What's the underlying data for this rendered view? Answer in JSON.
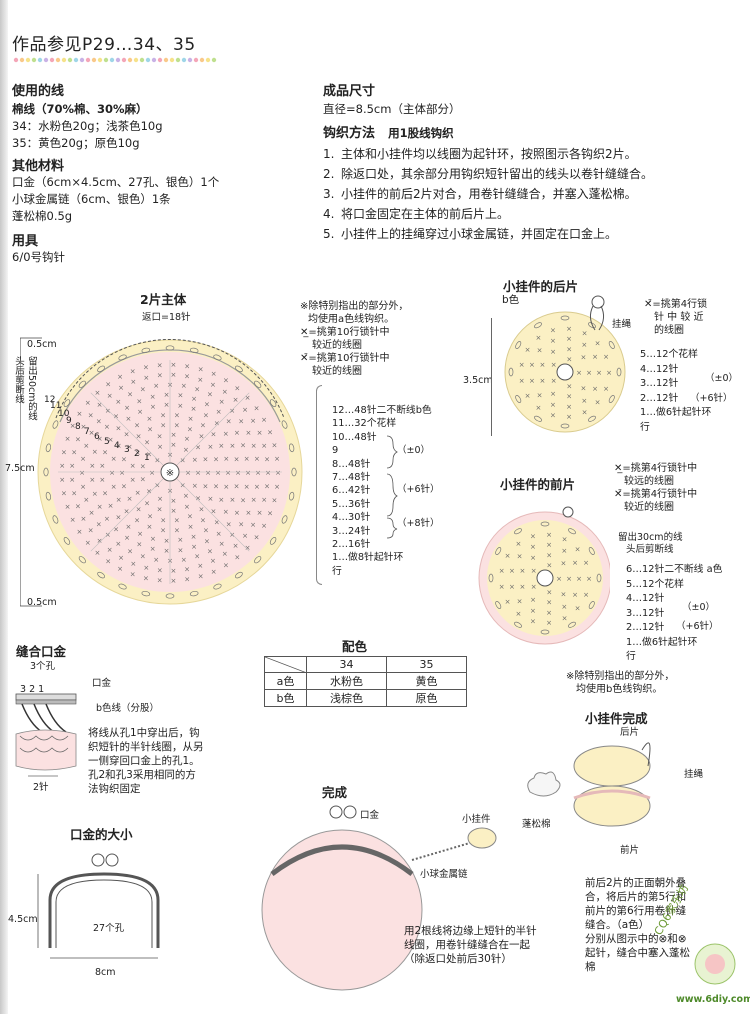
{
  "header": {
    "title": "作品参见P29…34、35"
  },
  "materials": {
    "yarn_heading": "使用的线",
    "yarn_type": "棉线（70%棉、30%麻）",
    "yarn_34": "34：水粉色20g；浅茶色10g",
    "yarn_35": "35：黄色20g；原色10g",
    "other_heading": "其他材料",
    "other_1": "口金（6cm×4.5cm、27孔、银色）1个",
    "other_2": "小球金属链（6cm、银色）1条",
    "other_3": "蓬松棉0.5g",
    "tool_heading": "用具",
    "tool_1": "6/0号钩针"
  },
  "finished_size": {
    "heading": "成品尺寸",
    "value": "直径=8.5cm（主体部分）"
  },
  "method": {
    "heading": "钩织方法",
    "sub": "用1股线钩织",
    "steps": [
      {
        "num": "1.",
        "text": "主体和小挂件均以线圈为起针环，按照图示各钩织2片。"
      },
      {
        "num": "2.",
        "text": "除返口处，其余部分用钩织短针留出的线头以卷针缝缝合。"
      },
      {
        "num": "3.",
        "text": "小挂件的前后2片对合，用卷针缝缝合，并塞入蓬松棉。"
      },
      {
        "num": "4.",
        "text": "将口金固定在主体的前后片上。"
      },
      {
        "num": "5.",
        "text": "小挂件上的挂绳穿过小球金属链，并固定在口金上。"
      }
    ]
  },
  "main_body": {
    "title": "2片主体",
    "return_label": "返口=18针",
    "dim_top": "0.5cm",
    "dim_left": "7.5cm",
    "dim_bottom": "0.5cm",
    "side_note": "留出50cm的线头后剪断线",
    "center": "※",
    "row_labels": [
      "12",
      "11",
      "10",
      "9",
      "8",
      "7",
      "6",
      "5",
      "4",
      "3",
      "2",
      "1"
    ],
    "rows": [
      {
        "label": "12…48针",
        "note": "二不断线b色"
      },
      {
        "label": "11…32个花样",
        "note": ""
      },
      {
        "label": "10…48针",
        "note": ""
      },
      {
        "label": "9",
        "note": ""
      },
      {
        "label": "8…48针",
        "note": ""
      },
      {
        "label": "7…48针",
        "note": ""
      },
      {
        "label": "6…42针",
        "note": ""
      },
      {
        "label": "5…36针",
        "note": ""
      },
      {
        "label": "4…30针",
        "note": ""
      },
      {
        "label": "3…24针",
        "note": ""
      },
      {
        "label": "2…16针",
        "note": ""
      },
      {
        "label": "1…做8针起针环",
        "note": ""
      }
    ],
    "trail_1": "行",
    "brace_1": "（±0）",
    "brace_2": "（+6针）",
    "brace_3": "（+8针）",
    "note_1": "※除特别指出的部分外，",
    "note_2": "均使用a色线钩织。",
    "legend_1": "=挑第10行锁针中",
    "legend_1b": "较近的线圈",
    "legend_2": "=挑第10行锁针中",
    "legend_2b": "较近的线圈"
  },
  "charm_back": {
    "title": "小挂件的后片",
    "color": "b色",
    "size": "3.5cm",
    "hanger": "挂绳",
    "legend_1": "=挑第4行锁",
    "legend_1b": "针 中 较 近",
    "legend_1c": "的线圈",
    "rows": [
      "5…12个花样",
      "4…12针",
      "3…12针",
      "2…12针",
      "1…做6针起针环"
    ],
    "row_tail": "行",
    "brace_1": "（±0）",
    "brace_2": "（+6针）"
  },
  "charm_front": {
    "title": "小挂件的前片",
    "legend_1": "=挑第4行锁针中",
    "legend_1b": "较远的线圈",
    "legend_2": "=挑第4行锁针中",
    "legend_2b": "较近的线圈",
    "cut_note_1": "留出30cm的线",
    "cut_note_2": "头后剪断线",
    "rows": [
      "6…12针二不断线  a色",
      "5…12个花样",
      "4…12针",
      "3…12针",
      "2…12针",
      "1…做6针起针环"
    ],
    "row_tail": "行",
    "brace_1": "（±0）",
    "brace_2": "（+6针）",
    "note_1": "※除特别指出的部分外，",
    "note_2": "均使用b色线钩织。"
  },
  "sew_frame": {
    "title": "缝合口金",
    "holes": "3个孔",
    "hole_nums": "3  2  1",
    "frame_label": "口金",
    "yarn_label": "b色线（分股）",
    "stitch": "2针",
    "desc": [
      "将线从孔1中穿出后，钩",
      "织短针的半针线圈，从另",
      "一侧穿回口金上的孔1。",
      "孔2和孔3采用相同的方",
      "法钩织固定"
    ]
  },
  "color_table": {
    "title": "配色",
    "headers": [
      "",
      "34",
      "35"
    ],
    "rows": [
      [
        "a色",
        "水粉色",
        "黄色"
      ],
      [
        "b色",
        "浅棕色",
        "原色"
      ]
    ]
  },
  "frame_size": {
    "title": "口金的大小",
    "height": "4.5cm",
    "holes": "27个孔",
    "width": "8cm"
  },
  "finished": {
    "title": "完成",
    "frame": "口金",
    "charm": "小挂件",
    "chain": "小球金属链",
    "desc": [
      "用2根线将边缘上短针的半针",
      "线圈，用卷针缝缝合在一起",
      "（除返口处前后30针）"
    ]
  },
  "charm_done": {
    "title": "小挂件完成",
    "back": "后片",
    "hanger": "挂绳",
    "stuffing": "蓬松棉",
    "front": "前片",
    "desc": [
      "前后2片的正面朝外叠",
      "合，将后片的第5行和",
      "前片的第6行用卷针缝",
      "缝合。（a色）",
      "分别从图示中的⊗和⊗",
      "起针，缝合中塞入蓬松",
      "棉"
    ]
  },
  "watermark": {
    "text": "www.6diy.com",
    "brand": "CQ6家乐坊"
  }
}
